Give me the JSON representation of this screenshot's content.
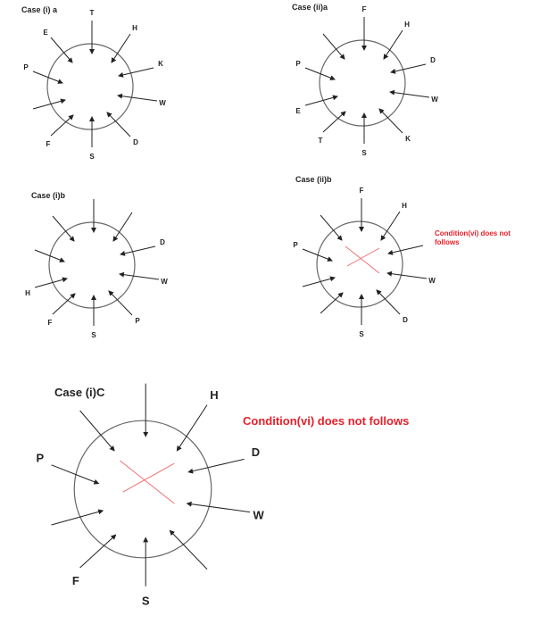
{
  "colors": {
    "line": "#222222",
    "circle": "#666666",
    "cross": "#f07070",
    "note": "#e8202a"
  },
  "diagrams": [
    {
      "title": "Case (i) a",
      "labels": [
        "T",
        "H",
        "K",
        "W",
        "D",
        "S",
        "F",
        "",
        "P",
        "E"
      ],
      "cross": false
    },
    {
      "title": "Case (ii)a",
      "labels": [
        "F",
        "H",
        "D",
        "W",
        "K",
        "S",
        "T",
        "E",
        "P",
        ""
      ],
      "cross": false
    },
    {
      "title": "Case (i)b",
      "labels": [
        "",
        "",
        "D",
        "W",
        "P",
        "S",
        "F",
        "H",
        "",
        ""
      ],
      "cross": false
    },
    {
      "title": "Case (ii)b",
      "labels": [
        "F",
        "H",
        "",
        "W",
        "D",
        "S",
        "",
        "",
        "P",
        ""
      ],
      "cross": true,
      "note": "Condition(vi) does not follows"
    },
    {
      "title": "Case (i)C",
      "labels": [
        "",
        "H",
        "D",
        "W",
        "",
        "S",
        "F",
        "",
        "P",
        ""
      ],
      "cross": true,
      "note": "Condition(vi) does not follows"
    }
  ]
}
